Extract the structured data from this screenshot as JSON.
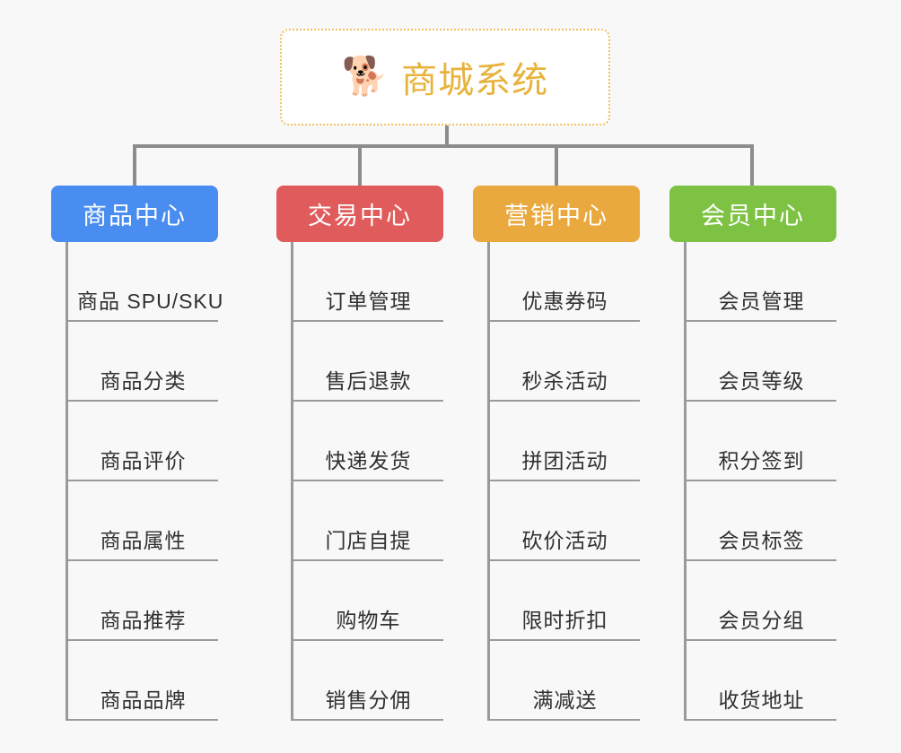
{
  "root": {
    "icon": "shiba-dog-face-icon",
    "icon_glyph": "🐕",
    "title": "商城系统",
    "title_color": "#e8b33c",
    "border_color": "#f0c060"
  },
  "page": {
    "background": "#f8f8f8",
    "connector_color": "#8c8c8c"
  },
  "columns": [
    {
      "header": "商品中心",
      "color": "#4a8df0",
      "items": [
        "商品 SPU/SKU",
        "商品分类",
        "商品评价",
        "商品属性",
        "商品推荐",
        "商品品牌"
      ]
    },
    {
      "header": "交易中心",
      "color": "#e05c5c",
      "items": [
        "订单管理",
        "售后退款",
        "快递发货",
        "门店自提",
        "购物车",
        "销售分佣"
      ]
    },
    {
      "header": "营销中心",
      "color": "#eaa93f",
      "items": [
        "优惠券码",
        "秒杀活动",
        "拼团活动",
        "砍价活动",
        "限时折扣",
        "满减送"
      ]
    },
    {
      "header": "会员中心",
      "color": "#7dc242",
      "items": [
        "会员管理",
        "会员等级",
        "积分签到",
        "会员标签",
        "会员分组",
        "收货地址"
      ]
    }
  ]
}
